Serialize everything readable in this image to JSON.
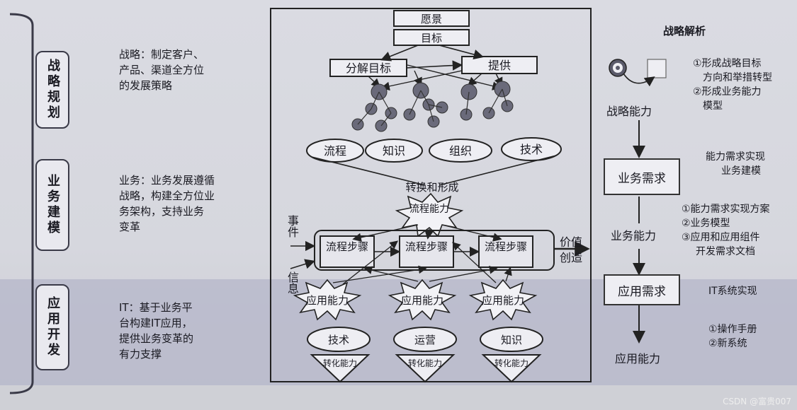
{
  "stages": [
    {
      "label": "战略规划",
      "description": [
        "战略：制定客户、",
        "产品、渠道全方位",
        "的发展策略"
      ]
    },
    {
      "label": "业务建模",
      "description": [
        "业务：业务发展遵循",
        "战略，构建全方位业",
        "务架构，支持业务",
        "变革"
      ]
    },
    {
      "label": "应用开发",
      "description": [
        "IT：基于业务平",
        "台构建IT应用，",
        "提供业务变革的",
        "有力支撑"
      ]
    }
  ],
  "center": {
    "vision": "愿景",
    "goal": "目标",
    "decompose": "分解目标",
    "provide": "提供",
    "elements": [
      "流程",
      "知识",
      "组织",
      "技术"
    ],
    "transform_label": "转换和形成",
    "process_capability": "流程能力",
    "process_steps": [
      "流程步骤",
      "流程步骤",
      "流程步骤"
    ],
    "event": "事件",
    "info": "信息",
    "value": "价值创造",
    "app_capabilities": [
      "应用能力",
      "应用能力",
      "应用能力"
    ],
    "resources": [
      "技术",
      "运营",
      "知识"
    ],
    "convert": "转化能力"
  },
  "right": {
    "title": "战略解析",
    "analysis_items": [
      "①形成战略目标",
      "方向和举措转型",
      "②形成业务能力",
      "模型"
    ],
    "strategy_capability": "战略能力",
    "capability_title": [
      "能力需求实现",
      "业务建模"
    ],
    "business_demand": "业务需求",
    "business_items": [
      "①能力需求实现方案",
      "②业务模型",
      "③应用和应用组件",
      "开发需求文档"
    ],
    "business_capability": "业务能力",
    "app_demand": "应用需求",
    "it_title": "IT系统实现",
    "it_items": [
      "①操作手册",
      "②新系统"
    ],
    "app_capability": "应用能力"
  },
  "watermark": "CSDN @富贵007",
  "colors": {
    "band_top": "#dadbe2",
    "band_bottom": "#b8b9c8",
    "border": "#333333",
    "box_fill": "#eeeef3"
  }
}
